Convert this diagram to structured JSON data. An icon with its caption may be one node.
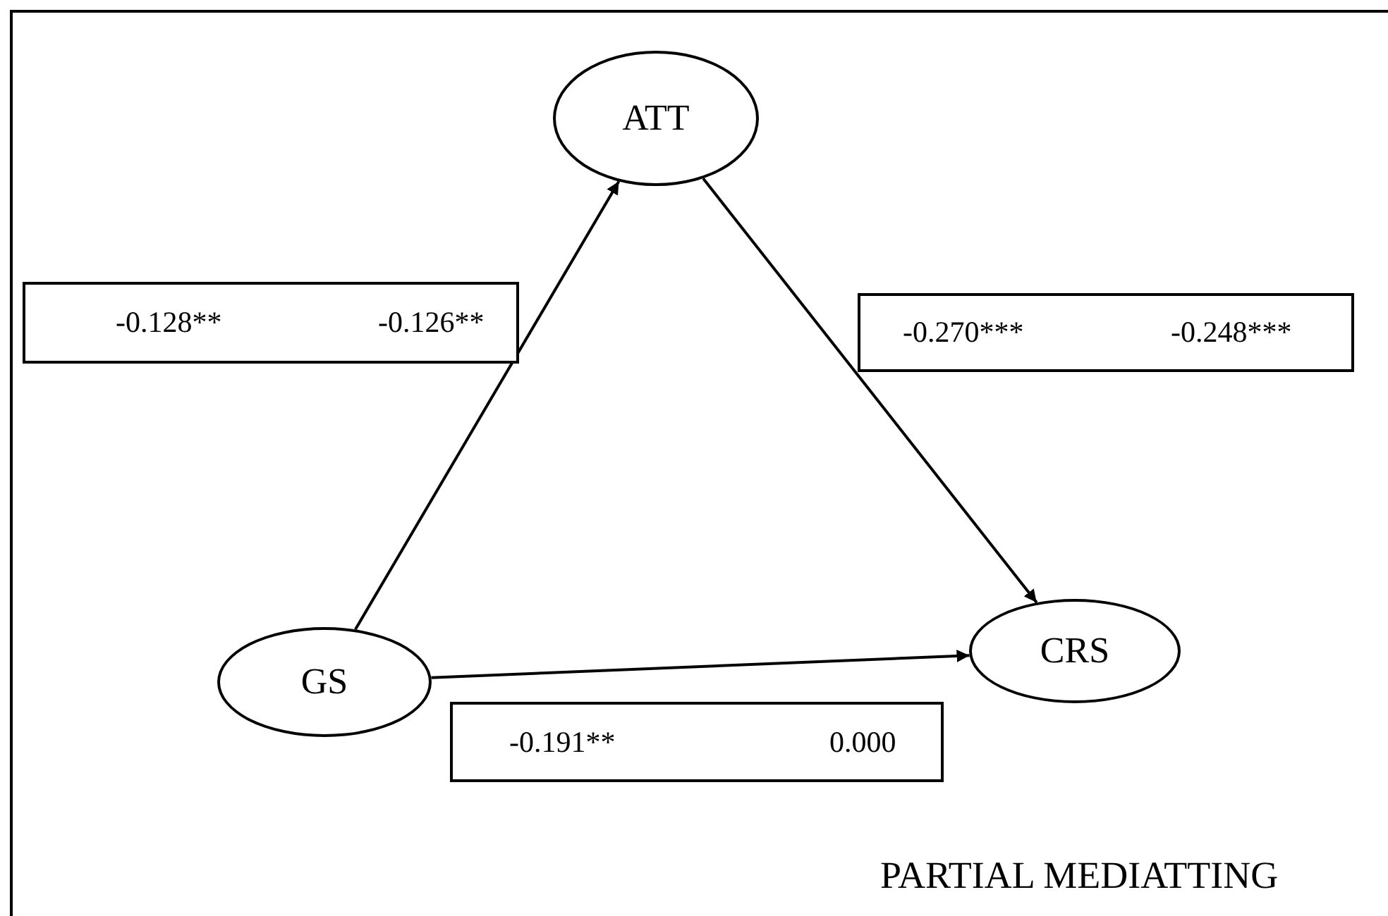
{
  "diagram": {
    "nodes": [
      {
        "text": [
          "ATT"
        ]
      },
      {
        "text": [
          "-0.128**",
          "-0.126**"
        ]
      },
      {
        "text": [
          "-0.270***",
          "-0.248***"
        ]
      },
      {
        "text": [
          "GS"
        ]
      },
      {
        "text": [
          "CRS"
        ]
      },
      {
        "text": [
          "-0.191**",
          "0.000"
        ]
      }
    ],
    "edges": [
      {
        "from": 3,
        "to": 0,
        "arrow": "to"
      },
      {
        "from": 0,
        "to": 4,
        "arrow": "to"
      },
      {
        "from": 3,
        "to": 4,
        "arrow": "to"
      }
    ],
    "labels": [
      "PARTIAL MEDIATTING"
    ]
  }
}
